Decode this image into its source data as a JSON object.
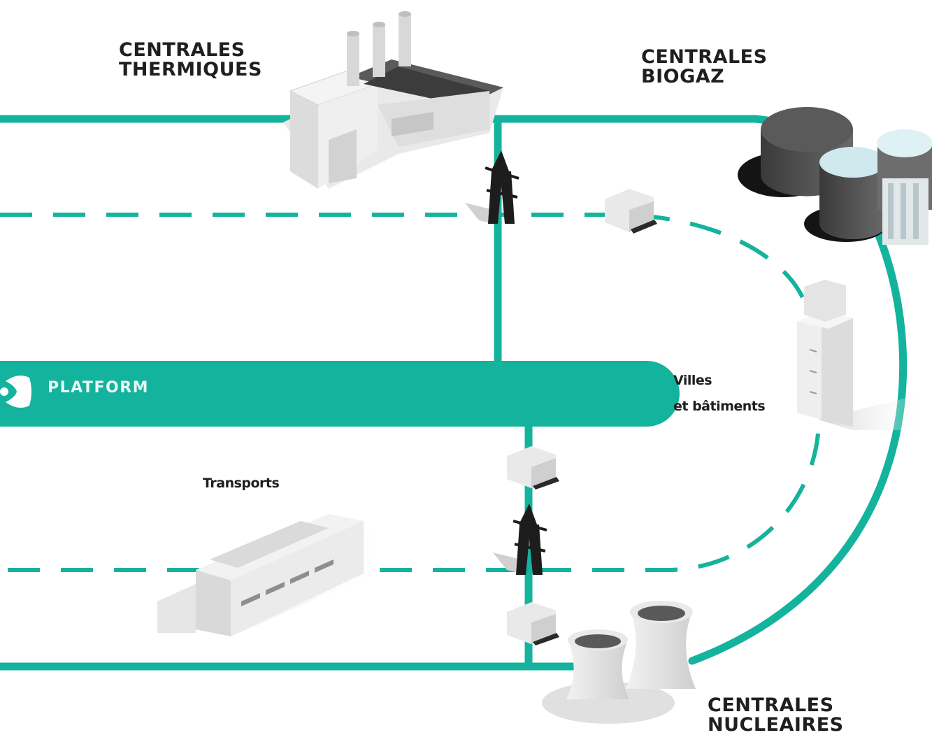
{
  "labels": {
    "thermal": "CENTRALES\nTHERMIQUES",
    "biogas": "CENTRALES\nBIOGAZ",
    "nuclear": "CENTRALES\nNUCLEAIRES",
    "cities": "Villes\net bâtiments",
    "transport": "Transports",
    "platform": "PLATFORM"
  },
  "colors": {
    "accent": "#14b39d",
    "text": "#1f1f1f",
    "platform_text": "#e8f7f4",
    "building_light": "#e6e6e6",
    "building_dark": "#4a4a4a"
  },
  "icons": [
    "thermal-plant-icon",
    "biogas-plant-icon",
    "nuclear-plant-icon",
    "city-building-icon",
    "factory-icon",
    "pylon-icon",
    "substation-icon",
    "platform-logo-icon"
  ]
}
